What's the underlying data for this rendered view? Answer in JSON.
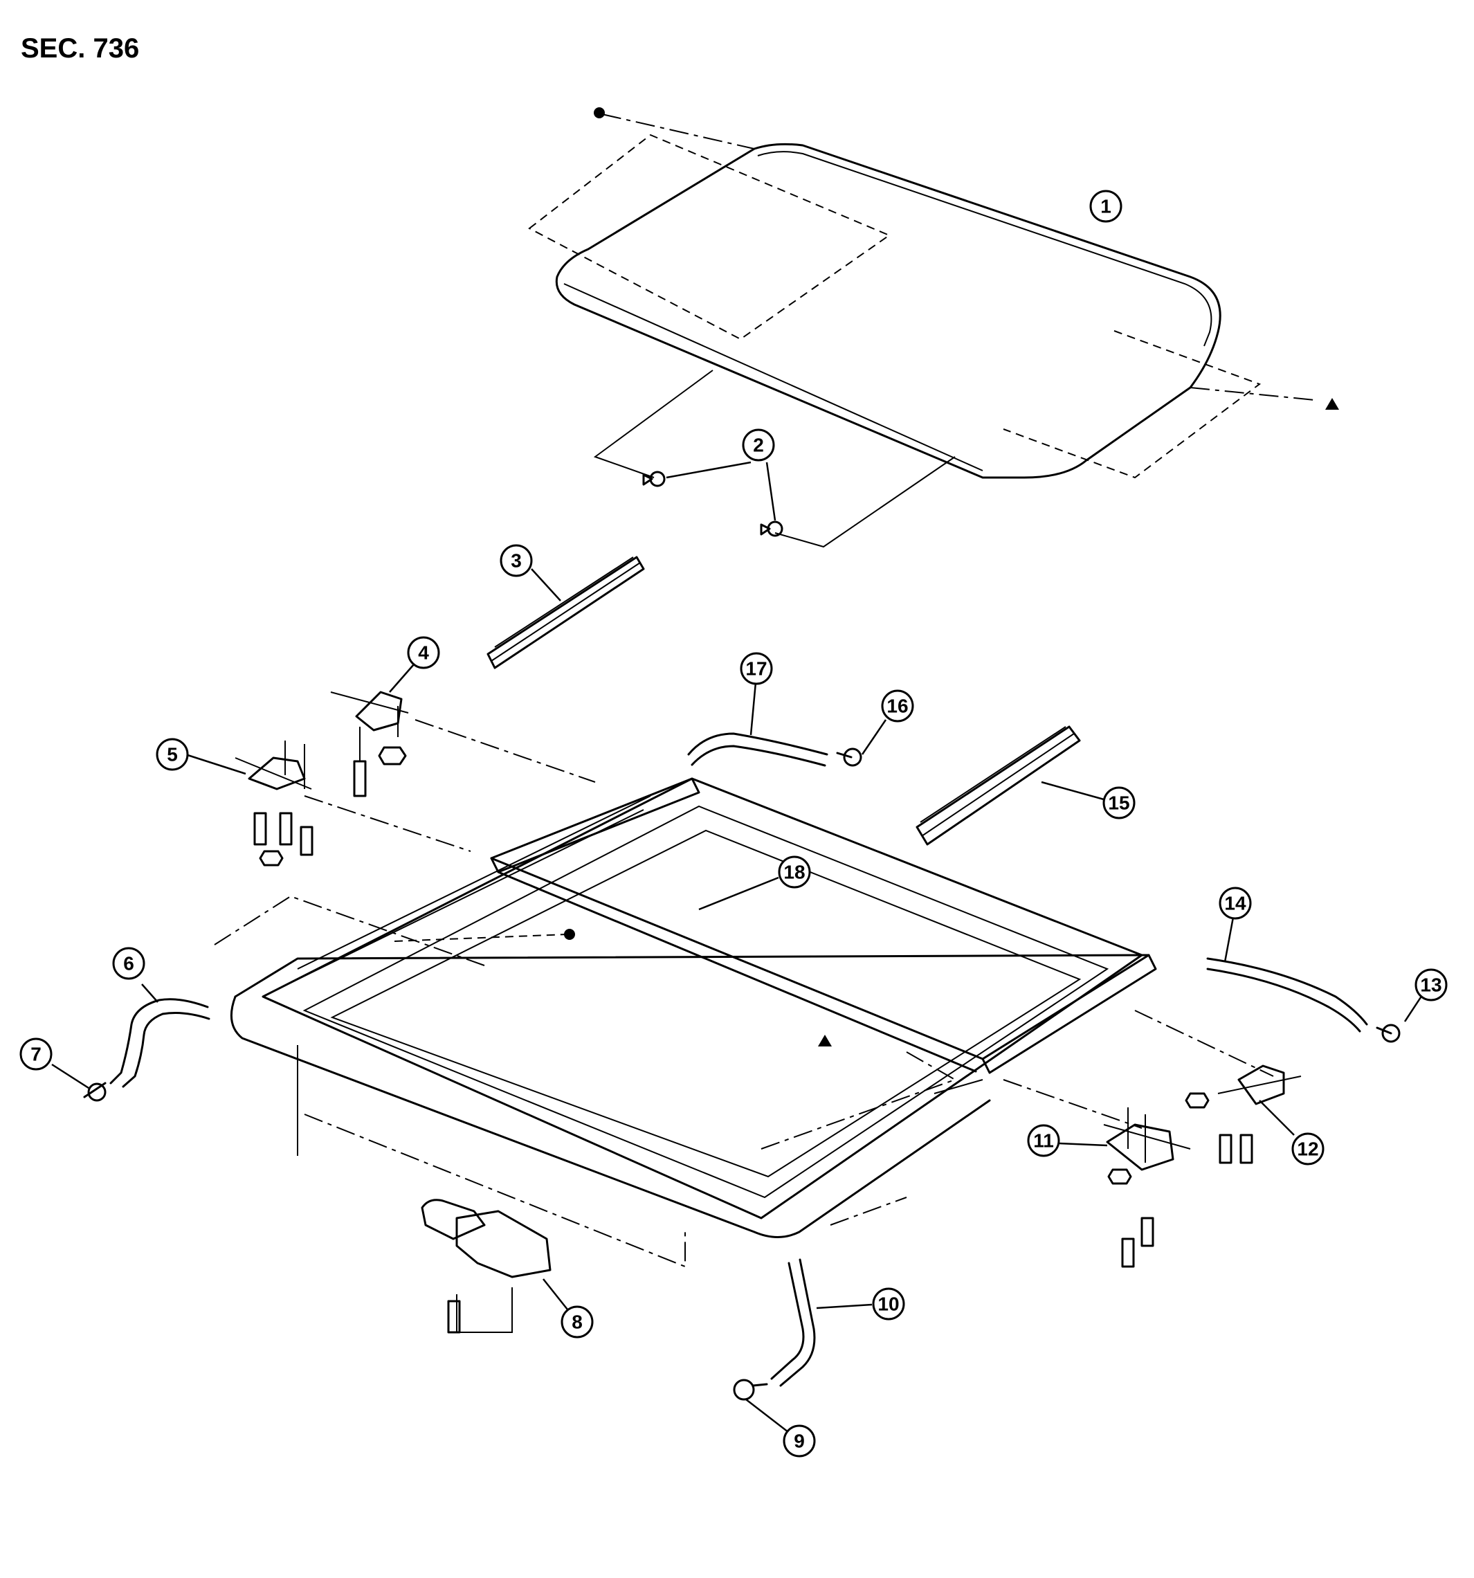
{
  "section_label": "SEC. 736",
  "callouts": [
    {
      "id": "c1",
      "label": "1"
    },
    {
      "id": "c2",
      "label": "2"
    },
    {
      "id": "c3",
      "label": "3"
    },
    {
      "id": "c4",
      "label": "4"
    },
    {
      "id": "c5",
      "label": "5"
    },
    {
      "id": "c6",
      "label": "6"
    },
    {
      "id": "c7",
      "label": "7"
    },
    {
      "id": "c8",
      "label": "8"
    },
    {
      "id": "c9",
      "label": "9"
    },
    {
      "id": "c10",
      "label": "10"
    },
    {
      "id": "c11",
      "label": "11"
    },
    {
      "id": "c12",
      "label": "12"
    },
    {
      "id": "c13",
      "label": "13"
    },
    {
      "id": "c14",
      "label": "14"
    },
    {
      "id": "c15",
      "label": "15"
    },
    {
      "id": "c16",
      "label": "16"
    },
    {
      "id": "c17",
      "label": "17"
    },
    {
      "id": "c18",
      "label": "18"
    }
  ],
  "reference_marks": [
    "dot",
    "triangle"
  ]
}
